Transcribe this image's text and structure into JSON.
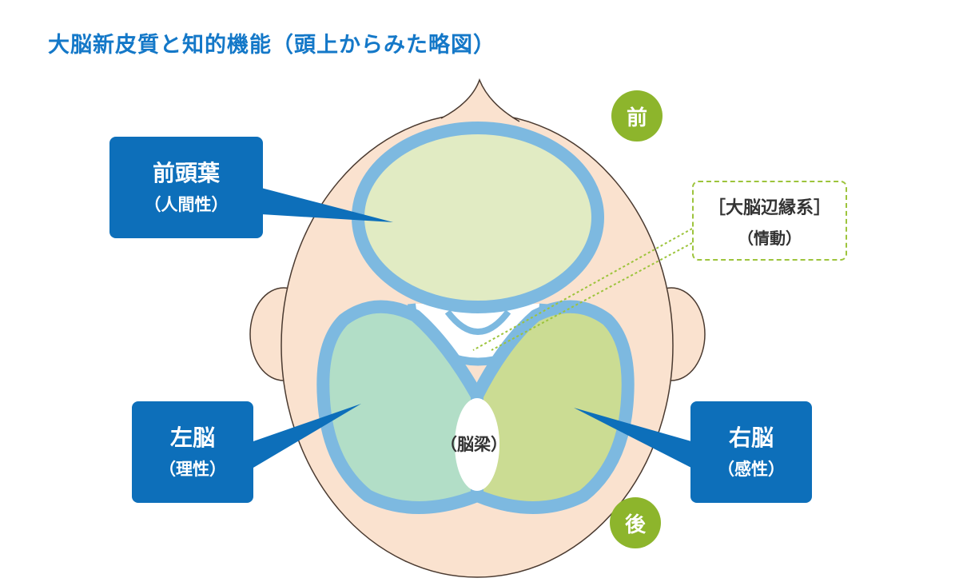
{
  "title": "大脳新皮質と知的機能（頭上からみた略図）",
  "labels": {
    "frontal": {
      "main": "前頭葉",
      "sub": "（人間性）"
    },
    "left": {
      "main": "左脳",
      "sub": "（理性）"
    },
    "right": {
      "main": "右脳",
      "sub": "（感性）"
    },
    "limbic": {
      "main": "［大脳辺縁系］",
      "sub": "（情動）"
    },
    "corpus_callosum": "（脳梁）"
  },
  "orientation": {
    "front": "前",
    "back": "後"
  },
  "colors": {
    "title": "#1478c8",
    "label_box": "#0d6fba",
    "head_skin": "#fae2cf",
    "brain_outline": "#7db9e0",
    "frontal_fill": "#e1ebc3",
    "left_fill": "#b2dec7",
    "right_fill": "#cbdc93",
    "orientation_circle": "#8db52c",
    "limbic_border": "#9dc43c"
  }
}
